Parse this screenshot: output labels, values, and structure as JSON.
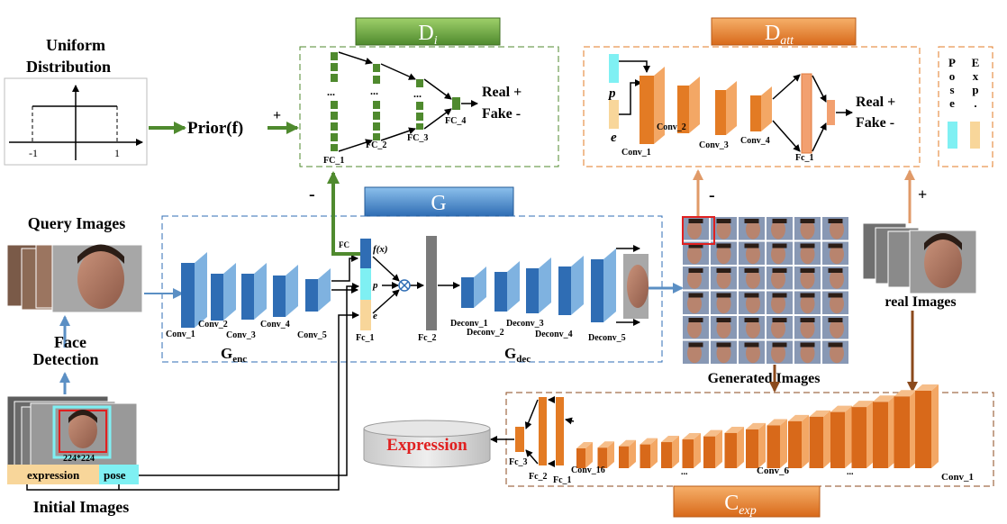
{
  "left": {
    "uniform_title_1": "Uniform",
    "uniform_title_2": "Distribution",
    "axis_minus_one": "-1",
    "axis_one": "1",
    "prior": "Prior(f)",
    "prior_plus": "+",
    "query_images": "Query Images",
    "face_detection_1": "Face",
    "face_detection_2": "Detection",
    "crop_size": "224*224",
    "expression_tag": "expression",
    "pose_tag": "pose",
    "initial_images": "Initial Images"
  },
  "di": {
    "header": "D",
    "header_sub": "i",
    "fc1": "FC_1",
    "fc2": "FC_2",
    "fc3": "FC_3",
    "fc4": "FC_4",
    "real": "Real +",
    "fake": "Fake -",
    "dots": "...",
    "minus": "-"
  },
  "datt": {
    "header": "D",
    "header_sub": "att",
    "p": "p",
    "e": "e",
    "conv1": "Conv_1",
    "conv2": "Conv_2",
    "conv3": "Conv_3",
    "conv4": "Conv_4",
    "fc1": "Fc_1",
    "real": "Real +",
    "fake": "Fake -",
    "legend_pose": [
      "P",
      "o",
      "s",
      "e"
    ],
    "legend_exp": [
      "E",
      "x",
      "p",
      "."
    ]
  },
  "g": {
    "header": "G",
    "conv1": "Conv_1",
    "conv2": "Conv_2",
    "conv3": "Conv_3",
    "conv4": "Conv_4",
    "conv5": "Conv_5",
    "fc_small": "FC",
    "fx": "f(x)",
    "p": "p",
    "e": "e",
    "fc1": "Fc_1",
    "fc2": "Fc_2",
    "deconv1": "Deconv_1",
    "deconv2": "Deconv_2",
    "deconv3": "Deconv_3",
    "deconv4": "Deconv_4",
    "deconv5": "Deconv_5",
    "genc": "G",
    "genc_sub": "enc",
    "gdec": "G",
    "gdec_sub": "dec"
  },
  "right": {
    "generated_images": "Generated Images",
    "real_images": "real Images",
    "minus": "-",
    "plus": "+"
  },
  "cexp": {
    "header": "C",
    "header_sub": "exp",
    "conv1": "Conv_1",
    "conv6": "Conv_6",
    "conv16": "Conv_16",
    "fc1": "Fc_1",
    "fc2": "Fc_2",
    "fc3": "Fc_3",
    "dots": "...",
    "expression": "Expression"
  },
  "colors": {
    "green": "#4f8a2e",
    "blue": "#2f6db4",
    "orange": "#e37b24",
    "brown": "#8b4a1c",
    "cyan": "#7ff0f3",
    "tan": "#f8d69a"
  }
}
